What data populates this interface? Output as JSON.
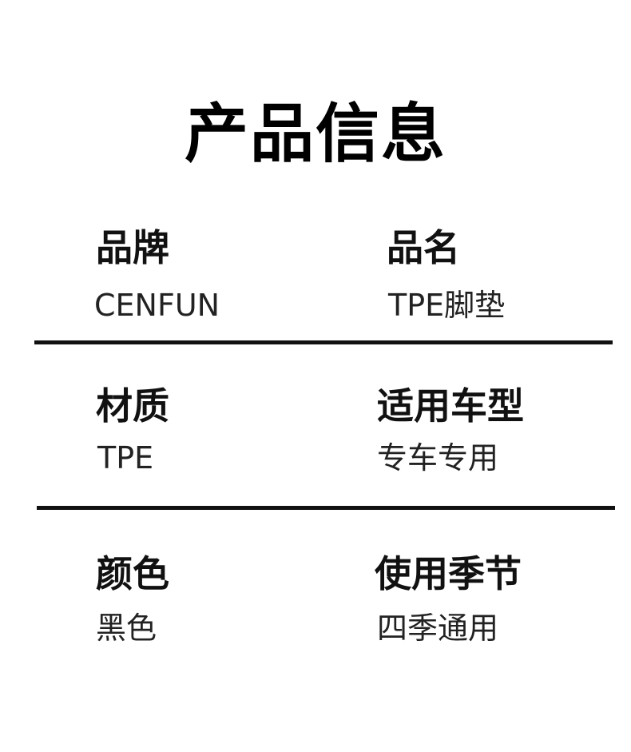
{
  "title": "产品信息",
  "rows": [
    {
      "left": {
        "label": "品牌",
        "value": "CENFUN"
      },
      "right": {
        "label": "品名",
        "value": "TPE脚垫"
      }
    },
    {
      "left": {
        "label": "材质",
        "value": "TPE"
      },
      "right": {
        "label": "适用车型",
        "value": "专车专用"
      }
    },
    {
      "left": {
        "label": "颜色",
        "value": "黑色"
      },
      "right": {
        "label": "使用季节",
        "value": "四季通用"
      }
    }
  ]
}
